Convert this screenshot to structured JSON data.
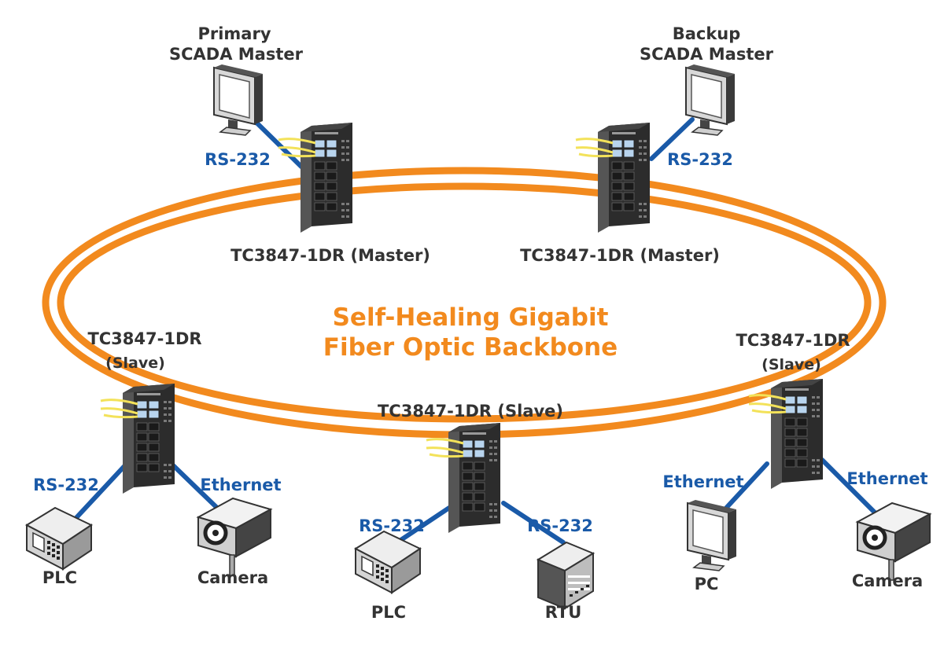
{
  "backbone": {
    "line1": "Self-Healing Gigabit",
    "line2": "Fiber Optic Backbone"
  },
  "masters": {
    "primary": {
      "line1": "Primary",
      "line2": "SCADA Master",
      "link": "RS-232",
      "switch": "TC3847-1DR (Master)"
    },
    "backup": {
      "line1": "Backup",
      "line2": "SCADA Master",
      "link": "RS-232",
      "switch": "TC3847-1DR (Master)"
    }
  },
  "slaves": {
    "left": {
      "line1": "TC3847-1DR",
      "line2": "(Slave)",
      "link_a": "RS-232",
      "device_a": "PLC",
      "link_b": "Ethernet",
      "device_b": "Camera"
    },
    "center": {
      "line1": "TC3847-1DR (Slave)",
      "link_a": "RS-232",
      "device_a": "PLC",
      "link_b": "RS-232",
      "device_b": "RTU"
    },
    "right": {
      "line1": "TC3847-1DR",
      "line2": "(Slave)",
      "link_a": "Ethernet",
      "device_a": "PC",
      "link_b": "Ethernet",
      "device_b": "Camera"
    }
  },
  "colors": {
    "fiber": "#f28a1e",
    "link": "#1a5aa8",
    "text": "#333333",
    "switch": "#2a2a2a"
  }
}
